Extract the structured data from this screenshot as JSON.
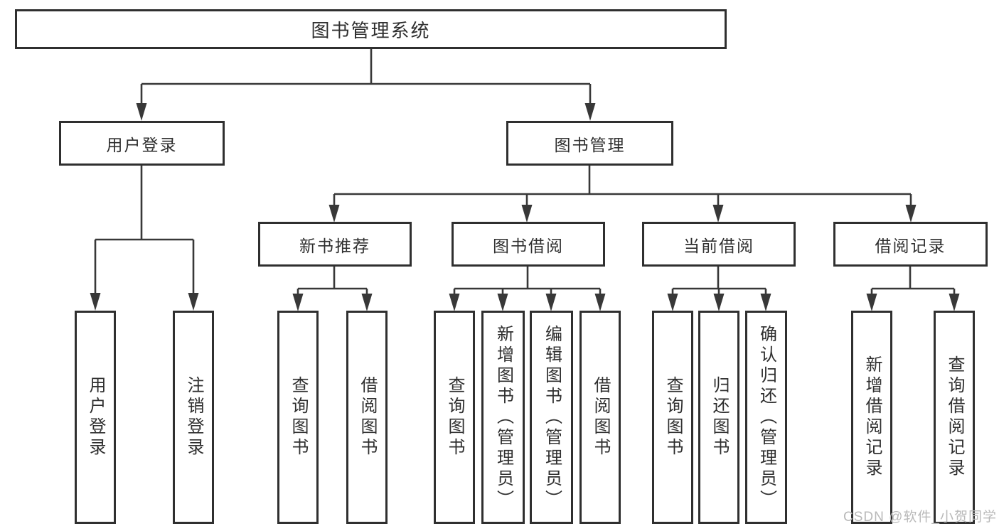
{
  "tree": {
    "label": "图书管理系统",
    "children": [
      {
        "label": "用户登录",
        "children": [
          {
            "label": "用户登录"
          },
          {
            "label": "注销登录"
          }
        ]
      },
      {
        "label": "图书管理",
        "children": [
          {
            "label": "新书推荐",
            "children": [
              {
                "label": "查询图书"
              },
              {
                "label": "借阅图书"
              }
            ]
          },
          {
            "label": "图书借阅",
            "children": [
              {
                "label": "查询图书"
              },
              {
                "label": "新增图书（管理员）"
              },
              {
                "label": "编辑图书（管理员）"
              },
              {
                "label": "借阅图书"
              }
            ]
          },
          {
            "label": "当前借阅",
            "children": [
              {
                "label": "查询图书"
              },
              {
                "label": "归还图书"
              },
              {
                "label": "确认归还（管理员）"
              }
            ]
          },
          {
            "label": "借阅记录",
            "children": [
              {
                "label": "新增借阅记录"
              },
              {
                "label": "查询借阅记录"
              }
            ]
          }
        ]
      }
    ]
  },
  "watermark": {
    "text": "CSDN @软件_小贺同学"
  },
  "colors": {
    "line": "#383838",
    "box_border": "#2f2f2f",
    "text": "#2f2f2f",
    "watermark": "#b9b9b9",
    "background": "#ffffff"
  }
}
